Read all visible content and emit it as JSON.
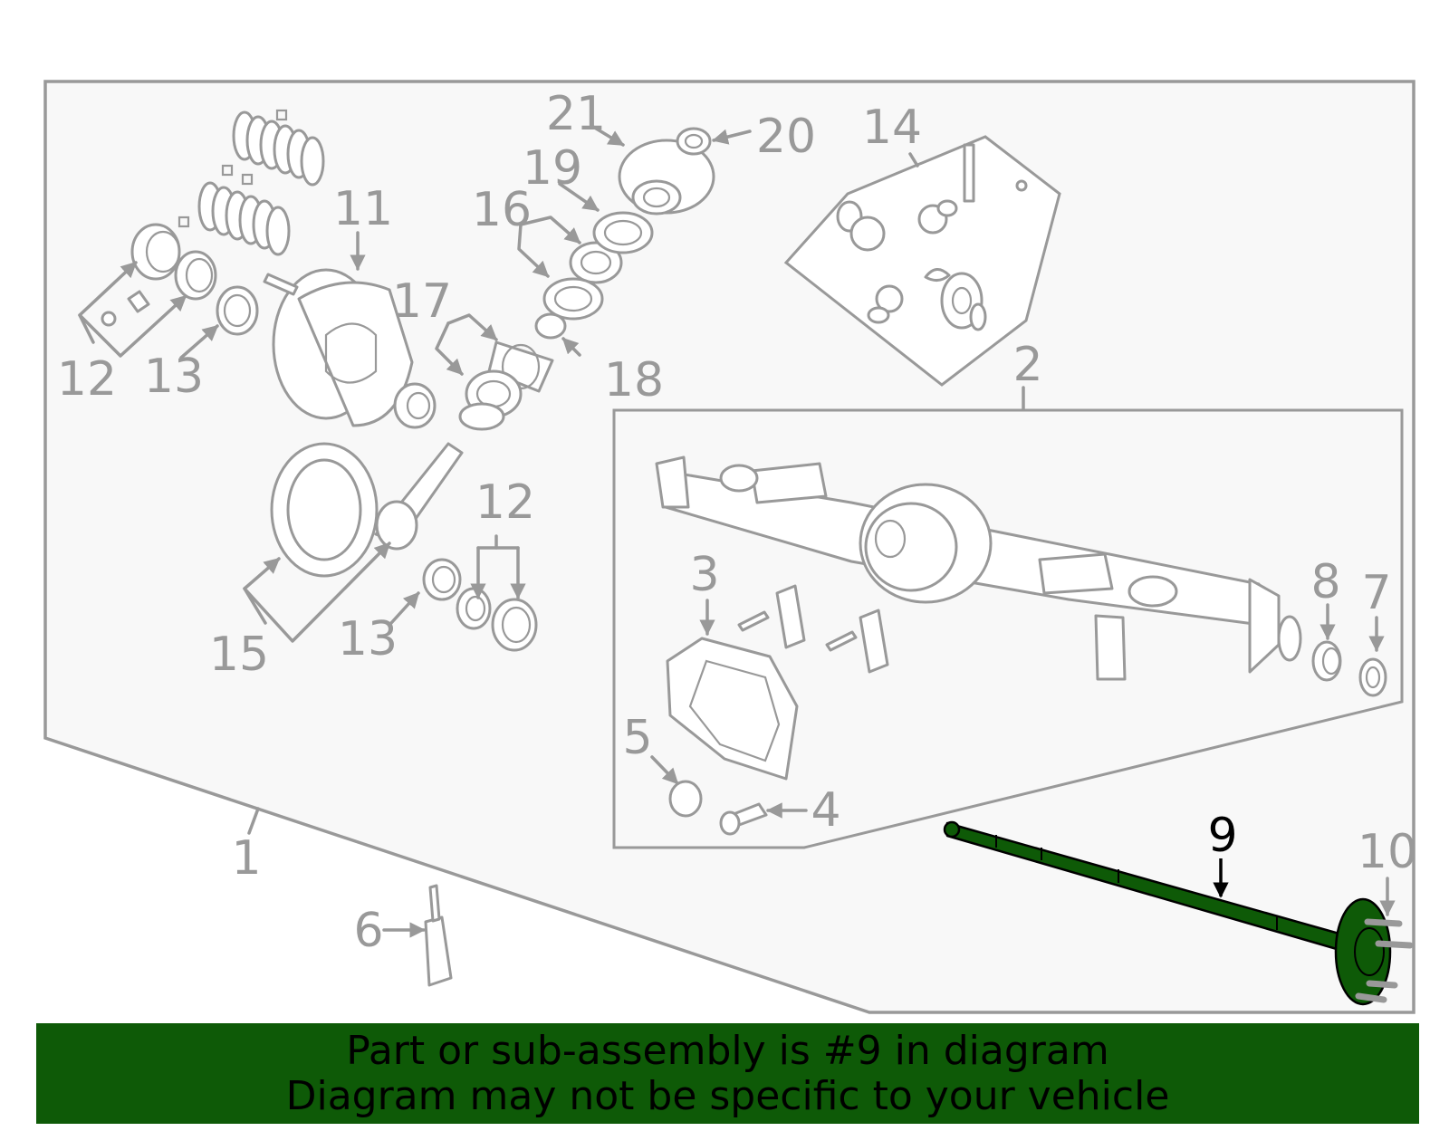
{
  "callouts": {
    "c1": "1",
    "c2": "2",
    "c3": "3",
    "c4": "4",
    "c5": "5",
    "c6": "6",
    "c7": "7",
    "c8": "8",
    "c9": "9",
    "c10": "10",
    "c11": "11",
    "c12a": "12",
    "c12b": "12",
    "c13a": "13",
    "c13b": "13",
    "c14": "14",
    "c15": "15",
    "c16": "16",
    "c17": "17",
    "c18": "18",
    "c19": "19",
    "c20": "20",
    "c21": "21"
  },
  "highlight": {
    "part": "9",
    "color": "#0e5a07"
  },
  "banner": {
    "line1": "Part or sub-assembly is #9 in diagram",
    "line2": "Diagram may not be specific to your vehicle"
  }
}
